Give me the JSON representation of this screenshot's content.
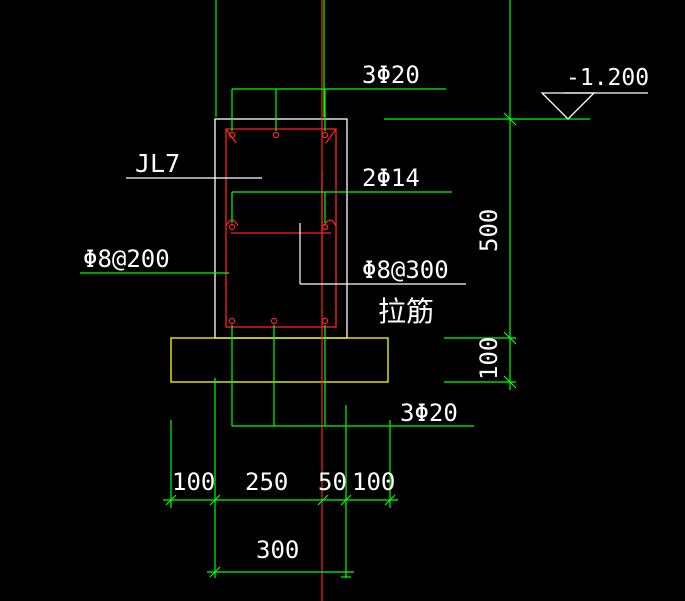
{
  "colors": {
    "background": "#000000",
    "dimension": "#00ff00",
    "outline": "#ffffff",
    "rebar": "#ff2020",
    "cushion": "#ffff00",
    "text": "#ffffff"
  },
  "labels": {
    "top_rebar": "3Φ20",
    "elevation": "-1.200",
    "beam_name": "JL7",
    "side_rebar": "2Φ14",
    "stirrup": "Φ8@200",
    "tie_spacing": "Φ8@300",
    "tie_name": "拉筋",
    "bottom_rebar": "3Φ20"
  },
  "dimensions": {
    "height": "500",
    "cushion_thickness": "100",
    "left_offset": "100",
    "beam_part": "250",
    "center_part": "50",
    "right_offset": "100",
    "beam_width": "300"
  }
}
